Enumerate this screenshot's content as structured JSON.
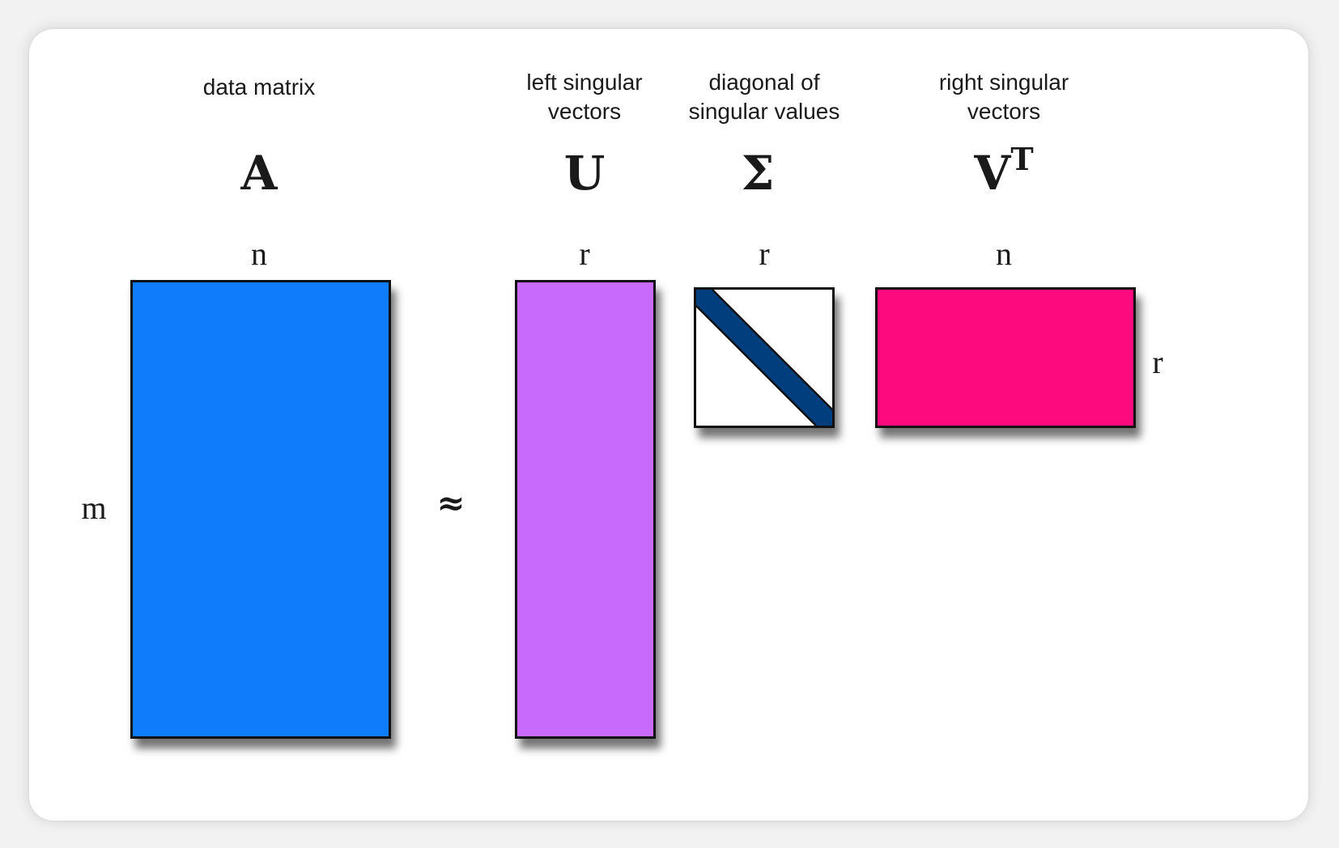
{
  "headings": {
    "data_matrix": "data matrix",
    "left_singular": "left singular\nvectors",
    "diagonal": "diagonal of\nsingular values",
    "right_singular": "right singular\nvectors"
  },
  "symbols": {
    "A": "A",
    "U": "U",
    "Sigma": "Σ",
    "V": "V",
    "V_sup": "T"
  },
  "dimensions": {
    "A_cols": "n",
    "A_rows": "m",
    "U_cols": "r",
    "Sigma_cols": "r",
    "VT_cols": "n",
    "VT_rows": "r"
  },
  "operator": "≈",
  "colors": {
    "A": "#0f7cfc",
    "U": "#c86bfc",
    "Sigma_fill": "#ffffff",
    "Sigma_diagonal": "#003e7e",
    "VT": "#fc0a7e"
  }
}
